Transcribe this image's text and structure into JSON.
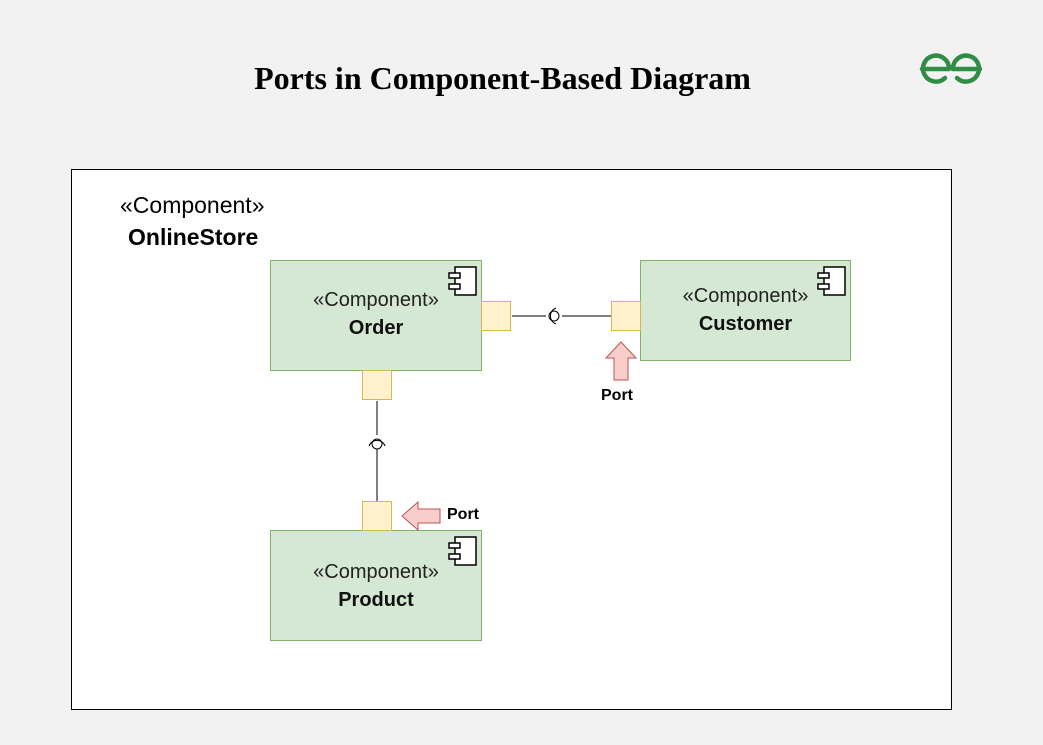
{
  "title": "Ports in Component-Based Diagram",
  "logo": {
    "icon": "gfg-logo-icon",
    "color": "#2f8d46"
  },
  "container": {
    "stereotype": "«Component»",
    "name": "OnlineStore"
  },
  "components": {
    "order": {
      "stereotype": "«Component»",
      "name": "Order"
    },
    "customer": {
      "stereotype": "«Component»",
      "name": "Customer"
    },
    "product": {
      "stereotype": "«Component»",
      "name": "Product"
    }
  },
  "callouts": {
    "customer_port_label": "Port",
    "product_port_label": "Port"
  },
  "colors": {
    "component_fill": "#d5e8d4",
    "component_border": "#82b366",
    "port_fill": "#fff2cc",
    "port_border": "#d6b656",
    "arrow_fill": "#f8cecc",
    "arrow_border": "#b85450"
  }
}
